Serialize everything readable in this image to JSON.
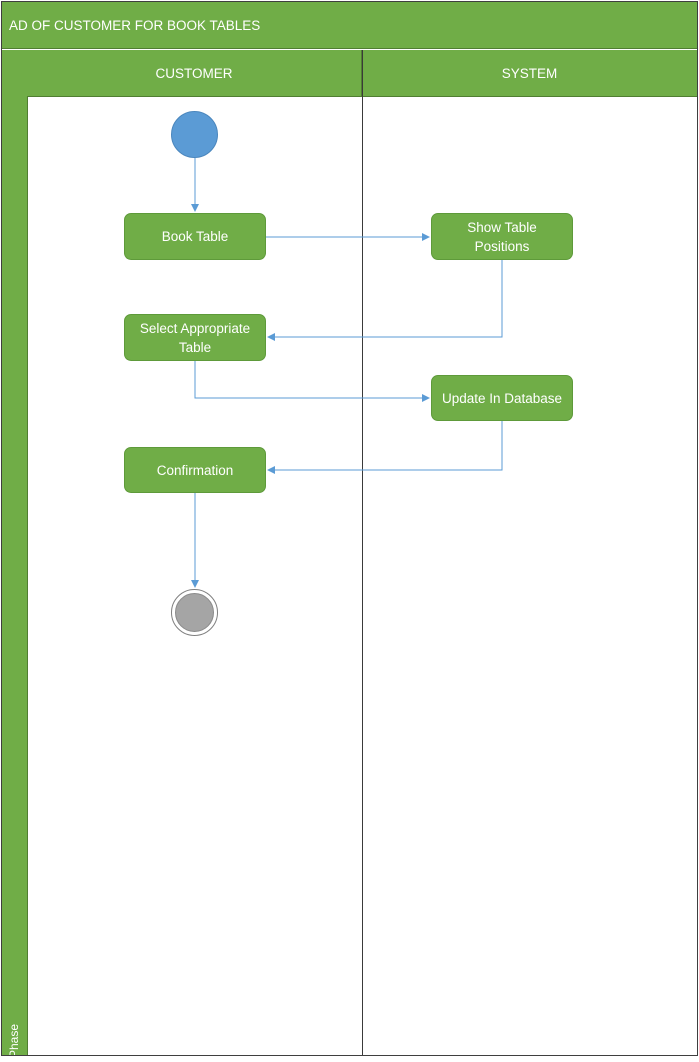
{
  "diagram": {
    "title": "AD OF CUSTOMER FOR BOOK TABLES",
    "phase_label": "Phase",
    "lanes": [
      {
        "label": "CUSTOMER"
      },
      {
        "label": "SYSTEM"
      }
    ],
    "nodes": {
      "book_table": "Book Table",
      "show_table_positions": "Show Table Positions",
      "select_appropriate_table": "Select Appropriate Table",
      "update_in_database": "Update In Database",
      "confirmation": "Confirmation"
    },
    "colors": {
      "lane_fill": "#70ad47",
      "start_fill": "#5b9bd5",
      "end_fill": "#a5a5a5",
      "connector": "#5b9bd5"
    }
  }
}
